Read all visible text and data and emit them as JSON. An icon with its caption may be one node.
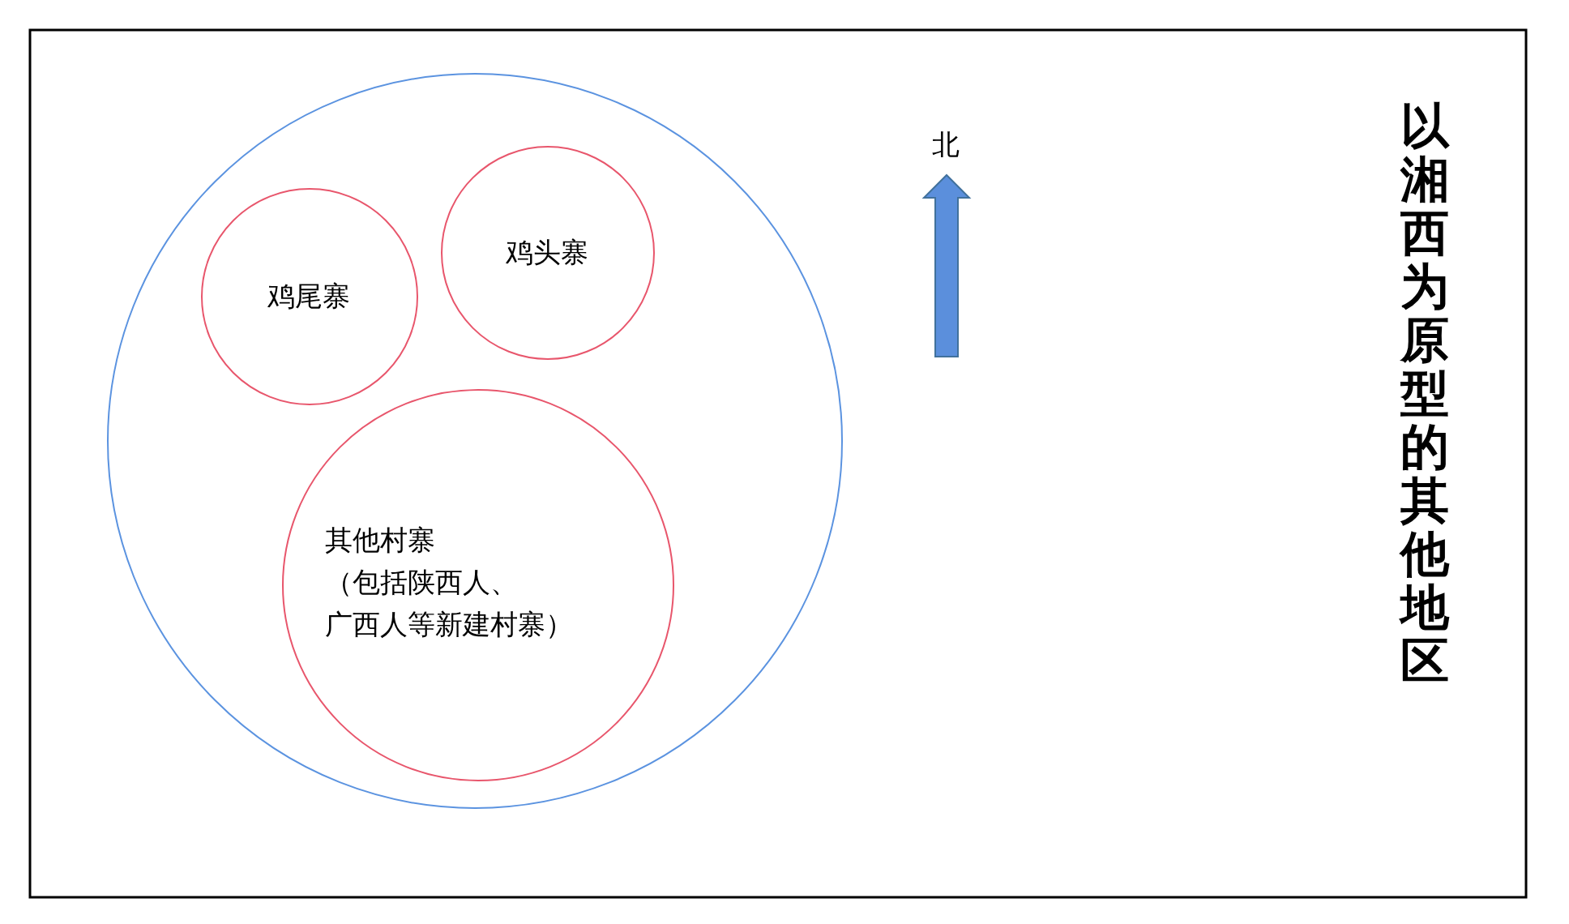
{
  "diagram": {
    "title": "以湘西为原型的其他地区",
    "nodes": [
      {
        "text": [],
        "shape": "circle"
      },
      {
        "text": [
          "鸡尾寨"
        ],
        "in": 0
      },
      {
        "text": [
          "鸡头寨"
        ],
        "in": 0
      },
      {
        "text": [
          "其他村寨",
          "（包括陕西人、广西人等新建村寨）"
        ],
        "in": 0
      }
    ],
    "labels": [
      "北"
    ]
  }
}
